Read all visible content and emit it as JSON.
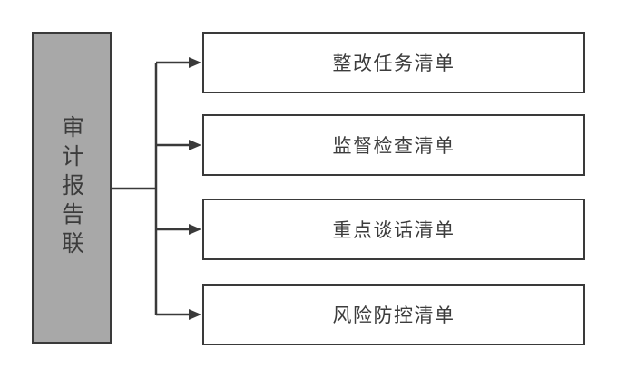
{
  "diagram": {
    "root": {
      "label": "审计报告联"
    },
    "items": [
      {
        "label": "整改任务清单"
      },
      {
        "label": "监督检查清单"
      },
      {
        "label": "重点谈话清单"
      },
      {
        "label": "风险防控清单"
      }
    ],
    "colors": {
      "line": "#3a3a3a",
      "root_fill": "#a8a8a8",
      "leaf_fill": "#ffffff",
      "text": "#3c3c3c",
      "background": "#ffffff"
    }
  }
}
